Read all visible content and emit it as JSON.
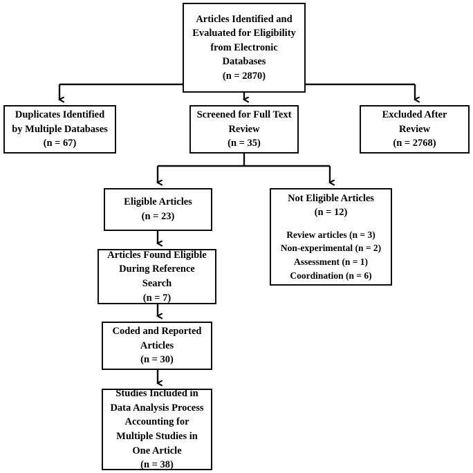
{
  "diagram": {
    "type": "prisma-flow-chart",
    "title": "Article selection flow diagram",
    "colors": {
      "background": "#ffffff",
      "box_border": "#0a0a0a",
      "connector": "#0a0a0a",
      "text": "#000000"
    },
    "nodes": {
      "identified": {
        "name": "articles-identified",
        "lines": [
          "Articles Identified and",
          "Evaluated for Eligibility",
          "from Electronic",
          "Databases",
          "(n = 2870)"
        ],
        "count": 2870
      },
      "duplicates": {
        "name": "duplicates-identified",
        "lines": [
          "Duplicates Identified",
          "by Multiple Databases",
          "(n = 67)"
        ],
        "count": 67
      },
      "screened": {
        "name": "screened-full-text",
        "lines": [
          "Screened for Full Text",
          "Review",
          "(n = 35)"
        ],
        "count": 35
      },
      "excluded": {
        "name": "excluded-after-review",
        "lines": [
          "Excluded After",
          "Review",
          "(n = 2768)"
        ],
        "count": 2768
      },
      "eligible": {
        "name": "eligible-articles",
        "lines": [
          "Eligible Articles",
          "(n = 23)"
        ],
        "count": 23
      },
      "not_eligible": {
        "name": "not-eligible-articles",
        "lines": [
          "Not Eligible Articles",
          "(n = 12)"
        ],
        "count": 12,
        "reasons": [
          "Review articles (n = 3)",
          "Non-experimental (n = 2)",
          "Assessment (n = 1)",
          "Coordination (n = 6)"
        ]
      },
      "reference_search": {
        "name": "articles-found-reference-search",
        "lines": [
          "Articles Found Eligible",
          "During Reference",
          "Search",
          "(n = 7)"
        ],
        "count": 7
      },
      "coded": {
        "name": "coded-and-reported-articles",
        "lines": [
          "Coded and Reported",
          "Articles",
          "(n = 30)"
        ],
        "count": 30
      },
      "included": {
        "name": "studies-included",
        "lines": [
          "Studies Included in",
          "Data Analysis Process",
          "Accounting for",
          "Multiple Studies in",
          "One Article",
          "(n = 38)"
        ],
        "count": 38
      }
    }
  },
  "chart_data": {
    "type": "diagram",
    "title": "Article selection flow diagram",
    "stages": [
      {
        "label": "Articles Identified and Evaluated for Eligibility from Electronic Databases",
        "n": 2870
      },
      {
        "label": "Duplicates Identified by Multiple Databases",
        "n": 67
      },
      {
        "label": "Screened for Full Text Review",
        "n": 35
      },
      {
        "label": "Excluded After Review",
        "n": 2768
      },
      {
        "label": "Eligible Articles",
        "n": 23
      },
      {
        "label": "Not Eligible Articles",
        "n": 12
      },
      {
        "label": "Review articles",
        "n": 3
      },
      {
        "label": "Non-experimental",
        "n": 2
      },
      {
        "label": "Assessment",
        "n": 1
      },
      {
        "label": "Coordination",
        "n": 6
      },
      {
        "label": "Articles Found Eligible During Reference Search",
        "n": 7
      },
      {
        "label": "Coded and Reported Articles",
        "n": 30
      },
      {
        "label": "Studies Included in Data Analysis Process Accounting for Multiple Studies in One Article",
        "n": 38
      }
    ],
    "edges": [
      [
        "Articles Identified and Evaluated for Eligibility from Electronic Databases",
        "Duplicates Identified by Multiple Databases"
      ],
      [
        "Articles Identified and Evaluated for Eligibility from Electronic Databases",
        "Screened for Full Text Review"
      ],
      [
        "Articles Identified and Evaluated for Eligibility from Electronic Databases",
        "Excluded After Review"
      ],
      [
        "Screened for Full Text Review",
        "Eligible Articles"
      ],
      [
        "Screened for Full Text Review",
        "Not Eligible Articles"
      ],
      [
        "Eligible Articles",
        "Articles Found Eligible During Reference Search"
      ],
      [
        "Articles Found Eligible During Reference Search",
        "Coded and Reported Articles"
      ],
      [
        "Coded and Reported Articles",
        "Studies Included in Data Analysis Process Accounting for Multiple Studies in One Article"
      ]
    ]
  }
}
